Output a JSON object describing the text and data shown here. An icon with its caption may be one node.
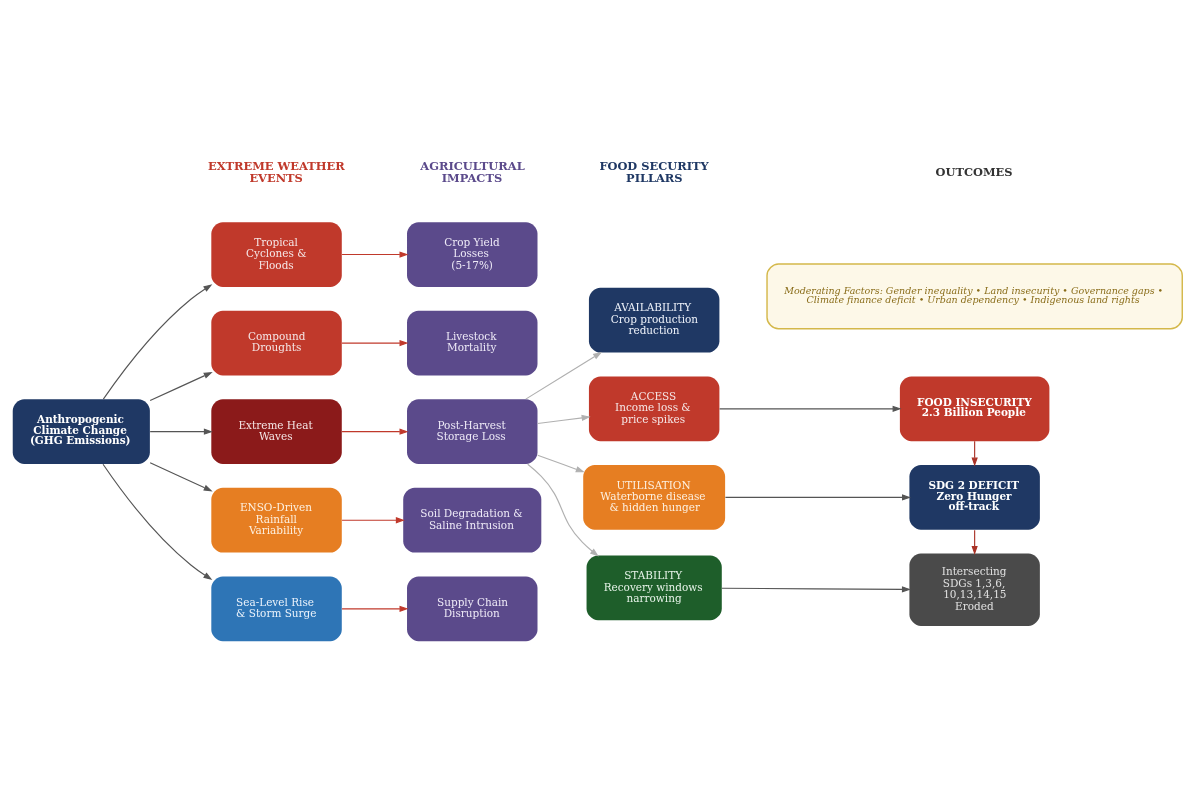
{
  "diagram": {
    "nodes": [
      {
        "text": [
          "Anthropogenic Climate Change (GHG Emissions)"
        ]
      },
      {
        "text": [
          "Tropical Cyclones & Floods"
        ]
      },
      {
        "text": [
          "Compound Droughts"
        ]
      },
      {
        "text": [
          "Extreme Heat Waves"
        ]
      },
      {
        "text": [
          "ENSO-Driven Rainfall Variability"
        ]
      },
      {
        "text": [
          "Sea-Level Rise & Storm Surge"
        ]
      },
      {
        "text": [
          "Crop Yield Losses (5-17%)"
        ]
      },
      {
        "text": [
          "Livestock Mortality"
        ]
      },
      {
        "text": [
          "Post-Harvest Storage Loss"
        ]
      },
      {
        "text": [
          "Soil Degradation & Saline Intrusion"
        ]
      },
      {
        "text": [
          "Supply Chain Disruption"
        ]
      },
      {
        "text": [
          "AVAILABILITY",
          "Crop production reduction"
        ]
      },
      {
        "text": [
          "ACCESS",
          "Income loss & price spikes"
        ]
      },
      {
        "text": [
          "UTILISATION",
          "Waterborne disease & hidden hunger"
        ]
      },
      {
        "text": [
          "STABILITY",
          "Recovery windows narrowing"
        ]
      },
      {
        "text": [
          "FOOD INSECURITY",
          "2.3 Billion People"
        ]
      },
      {
        "text": [
          "SDG 2 DEFICIT",
          "Zero Hunger off-track"
        ]
      },
      {
        "text": [
          "Intersecting SDGs 1,3,6, 10,13,14,15 Eroded"
        ]
      },
      {
        "text": [
          "Moderating Factors: Gender inequality • Land insecurity • Governance gaps • Climate finance deficit • Urban dependency • Indigenous land rights"
        ]
      }
    ],
    "edges": [
      {
        "from": 0,
        "to": 1,
        "arrow": "to"
      },
      {
        "from": 0,
        "to": 2,
        "arrow": "to"
      },
      {
        "from": 0,
        "to": 3,
        "arrow": "to"
      },
      {
        "from": 0,
        "to": 4,
        "arrow": "to"
      },
      {
        "from": 0,
        "to": 5,
        "arrow": "to"
      },
      {
        "from": 1,
        "to": 6,
        "arrow": "to",
        "color": "#c0392b"
      },
      {
        "from": 2,
        "to": 7,
        "arrow": "to",
        "color": "#c0392b"
      },
      {
        "from": 3,
        "to": 8,
        "arrow": "to",
        "color": "#c0392b"
      },
      {
        "from": 4,
        "to": 9,
        "arrow": "to",
        "color": "#c0392b"
      },
      {
        "from": 5,
        "to": 10,
        "arrow": "to",
        "color": "#c0392b"
      },
      {
        "from": 8,
        "to": 11,
        "arrow": "to",
        "color": "#b0b0b0"
      },
      {
        "from": 8,
        "to": 12,
        "arrow": "to",
        "color": "#b0b0b0"
      },
      {
        "from": 8,
        "to": 13,
        "arrow": "to",
        "color": "#b0b0b0"
      },
      {
        "from": 8,
        "to": 14,
        "arrow": "to",
        "color": "#b0b0b0"
      },
      {
        "from": 12,
        "to": 15,
        "arrow": "to"
      },
      {
        "from": 13,
        "to": 16,
        "arrow": "to"
      },
      {
        "from": 14,
        "to": 17,
        "arrow": "to"
      },
      {
        "from": 15,
        "to": 16,
        "arrow": "to",
        "color": "#a93226"
      },
      {
        "from": 16,
        "to": 17,
        "arrow": "to",
        "color": "#a93226"
      }
    ],
    "labels": [
      "EXTREME WEATHER EVENTS",
      "AGRICULTURAL IMPACTS",
      "FOOD SECURITY PILLARS",
      "OUTCOMES"
    ]
  }
}
